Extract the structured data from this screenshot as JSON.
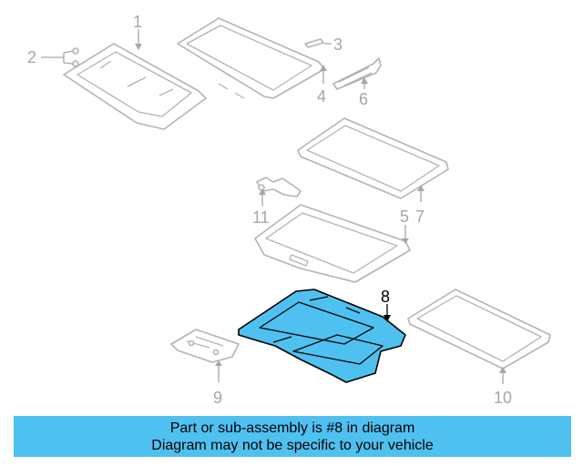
{
  "diagram": {
    "highlight_color": "#4fc1f0",
    "callouts": [
      {
        "id": "1",
        "label": "1"
      },
      {
        "id": "2",
        "label": "2"
      },
      {
        "id": "3",
        "label": "3"
      },
      {
        "id": "4",
        "label": "4"
      },
      {
        "id": "5",
        "label": "5"
      },
      {
        "id": "6",
        "label": "6"
      },
      {
        "id": "7",
        "label": "7"
      },
      {
        "id": "8",
        "label": "8",
        "highlighted": true
      },
      {
        "id": "9",
        "label": "9"
      },
      {
        "id": "10",
        "label": "10"
      },
      {
        "id": "11",
        "label": "11"
      }
    ]
  },
  "banner": {
    "line1": "Part or sub-assembly is #8 in diagram",
    "line2": "Diagram may not be specific to your vehicle",
    "background": "#4fc1f0"
  }
}
